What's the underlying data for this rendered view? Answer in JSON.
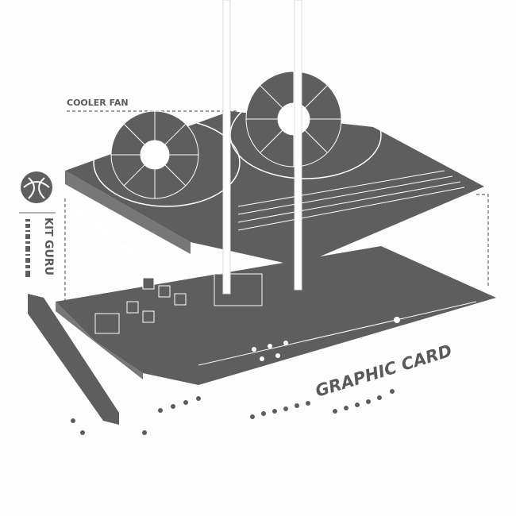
{
  "labels": {
    "cooler_fan": "COOLER FAN",
    "graphic_card_side": "GRAPHIC CARD",
    "graphic_card_main": "GRAPHIC CARD"
  },
  "logo": {
    "kit": "KIT",
    "guru": "GURU"
  },
  "colors": {
    "print": "#5e5e5e",
    "background": "#fdfdfd",
    "drawstring": "#ffffff"
  }
}
